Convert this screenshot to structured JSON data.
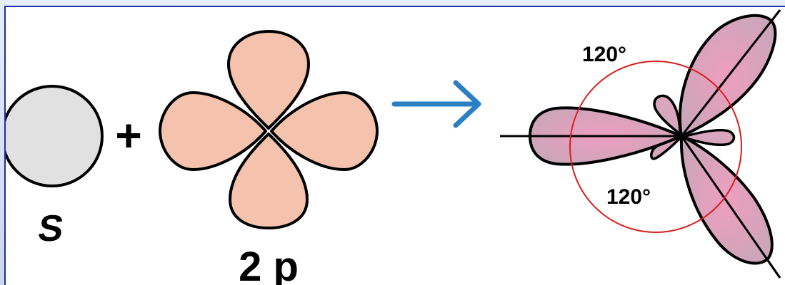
{
  "labels": {
    "s_orbital": "S",
    "p_orbitals": "2 p",
    "plus_sign": "+",
    "angle_top": "120°",
    "angle_bottom": "120°"
  },
  "colors": {
    "s_fill": "#e1e1e1",
    "p_fill": "#f4c2ad",
    "hybrid_fill": "#d8a6bd",
    "hybrid_center": "#ef9ec0",
    "arrow": "#2b7fc3",
    "angle_arc": "#d91e1e",
    "frame_border": "#1f2fa6"
  },
  "icons": {
    "reaction_arrow": "right-arrow-icon"
  }
}
